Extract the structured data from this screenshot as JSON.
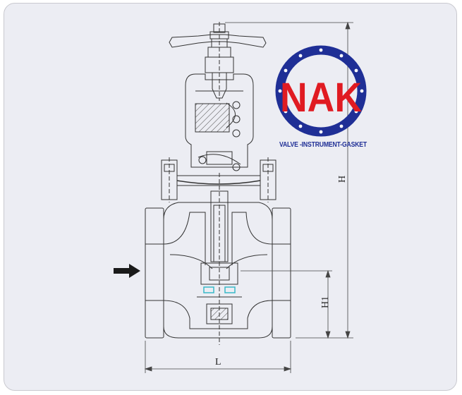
{
  "logo": {
    "brand_text": "NAK",
    "tagline": "VALVE -INSTRUMENT-GASKET",
    "ring_color": "#1f2f96",
    "text_color": "#e01b22"
  },
  "dimensions": {
    "height_label": "H",
    "seat_height_label": "H1",
    "length_label": "L"
  },
  "colors": {
    "background": "#ecedf3",
    "line": "#333333",
    "accent": "#38b8c8"
  },
  "icons": {
    "flow_arrow": "flow-direction-arrow-icon"
  }
}
